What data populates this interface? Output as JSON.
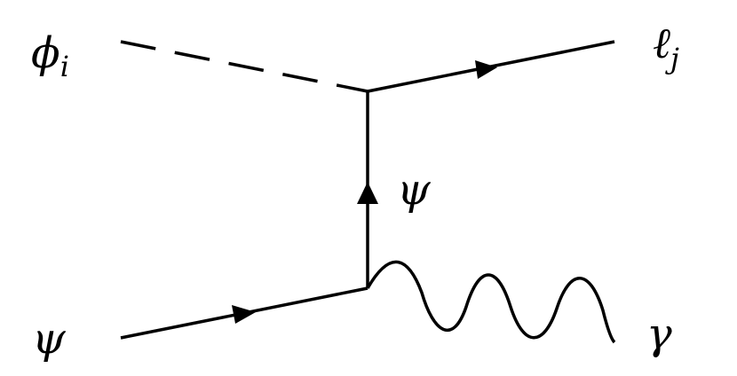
{
  "diagram": {
    "particles": {
      "scalar_in": {
        "symbol": "ϕ",
        "subscript": "i"
      },
      "lepton_out": {
        "symbol": "ℓ",
        "subscript": "j"
      },
      "fermion_in": {
        "symbol": "ψ"
      },
      "fermion_internal": {
        "symbol": "ψ"
      },
      "photon_out": {
        "symbol": "γ"
      }
    },
    "colors": {
      "line": "#000000",
      "background": "#ffffff"
    }
  }
}
